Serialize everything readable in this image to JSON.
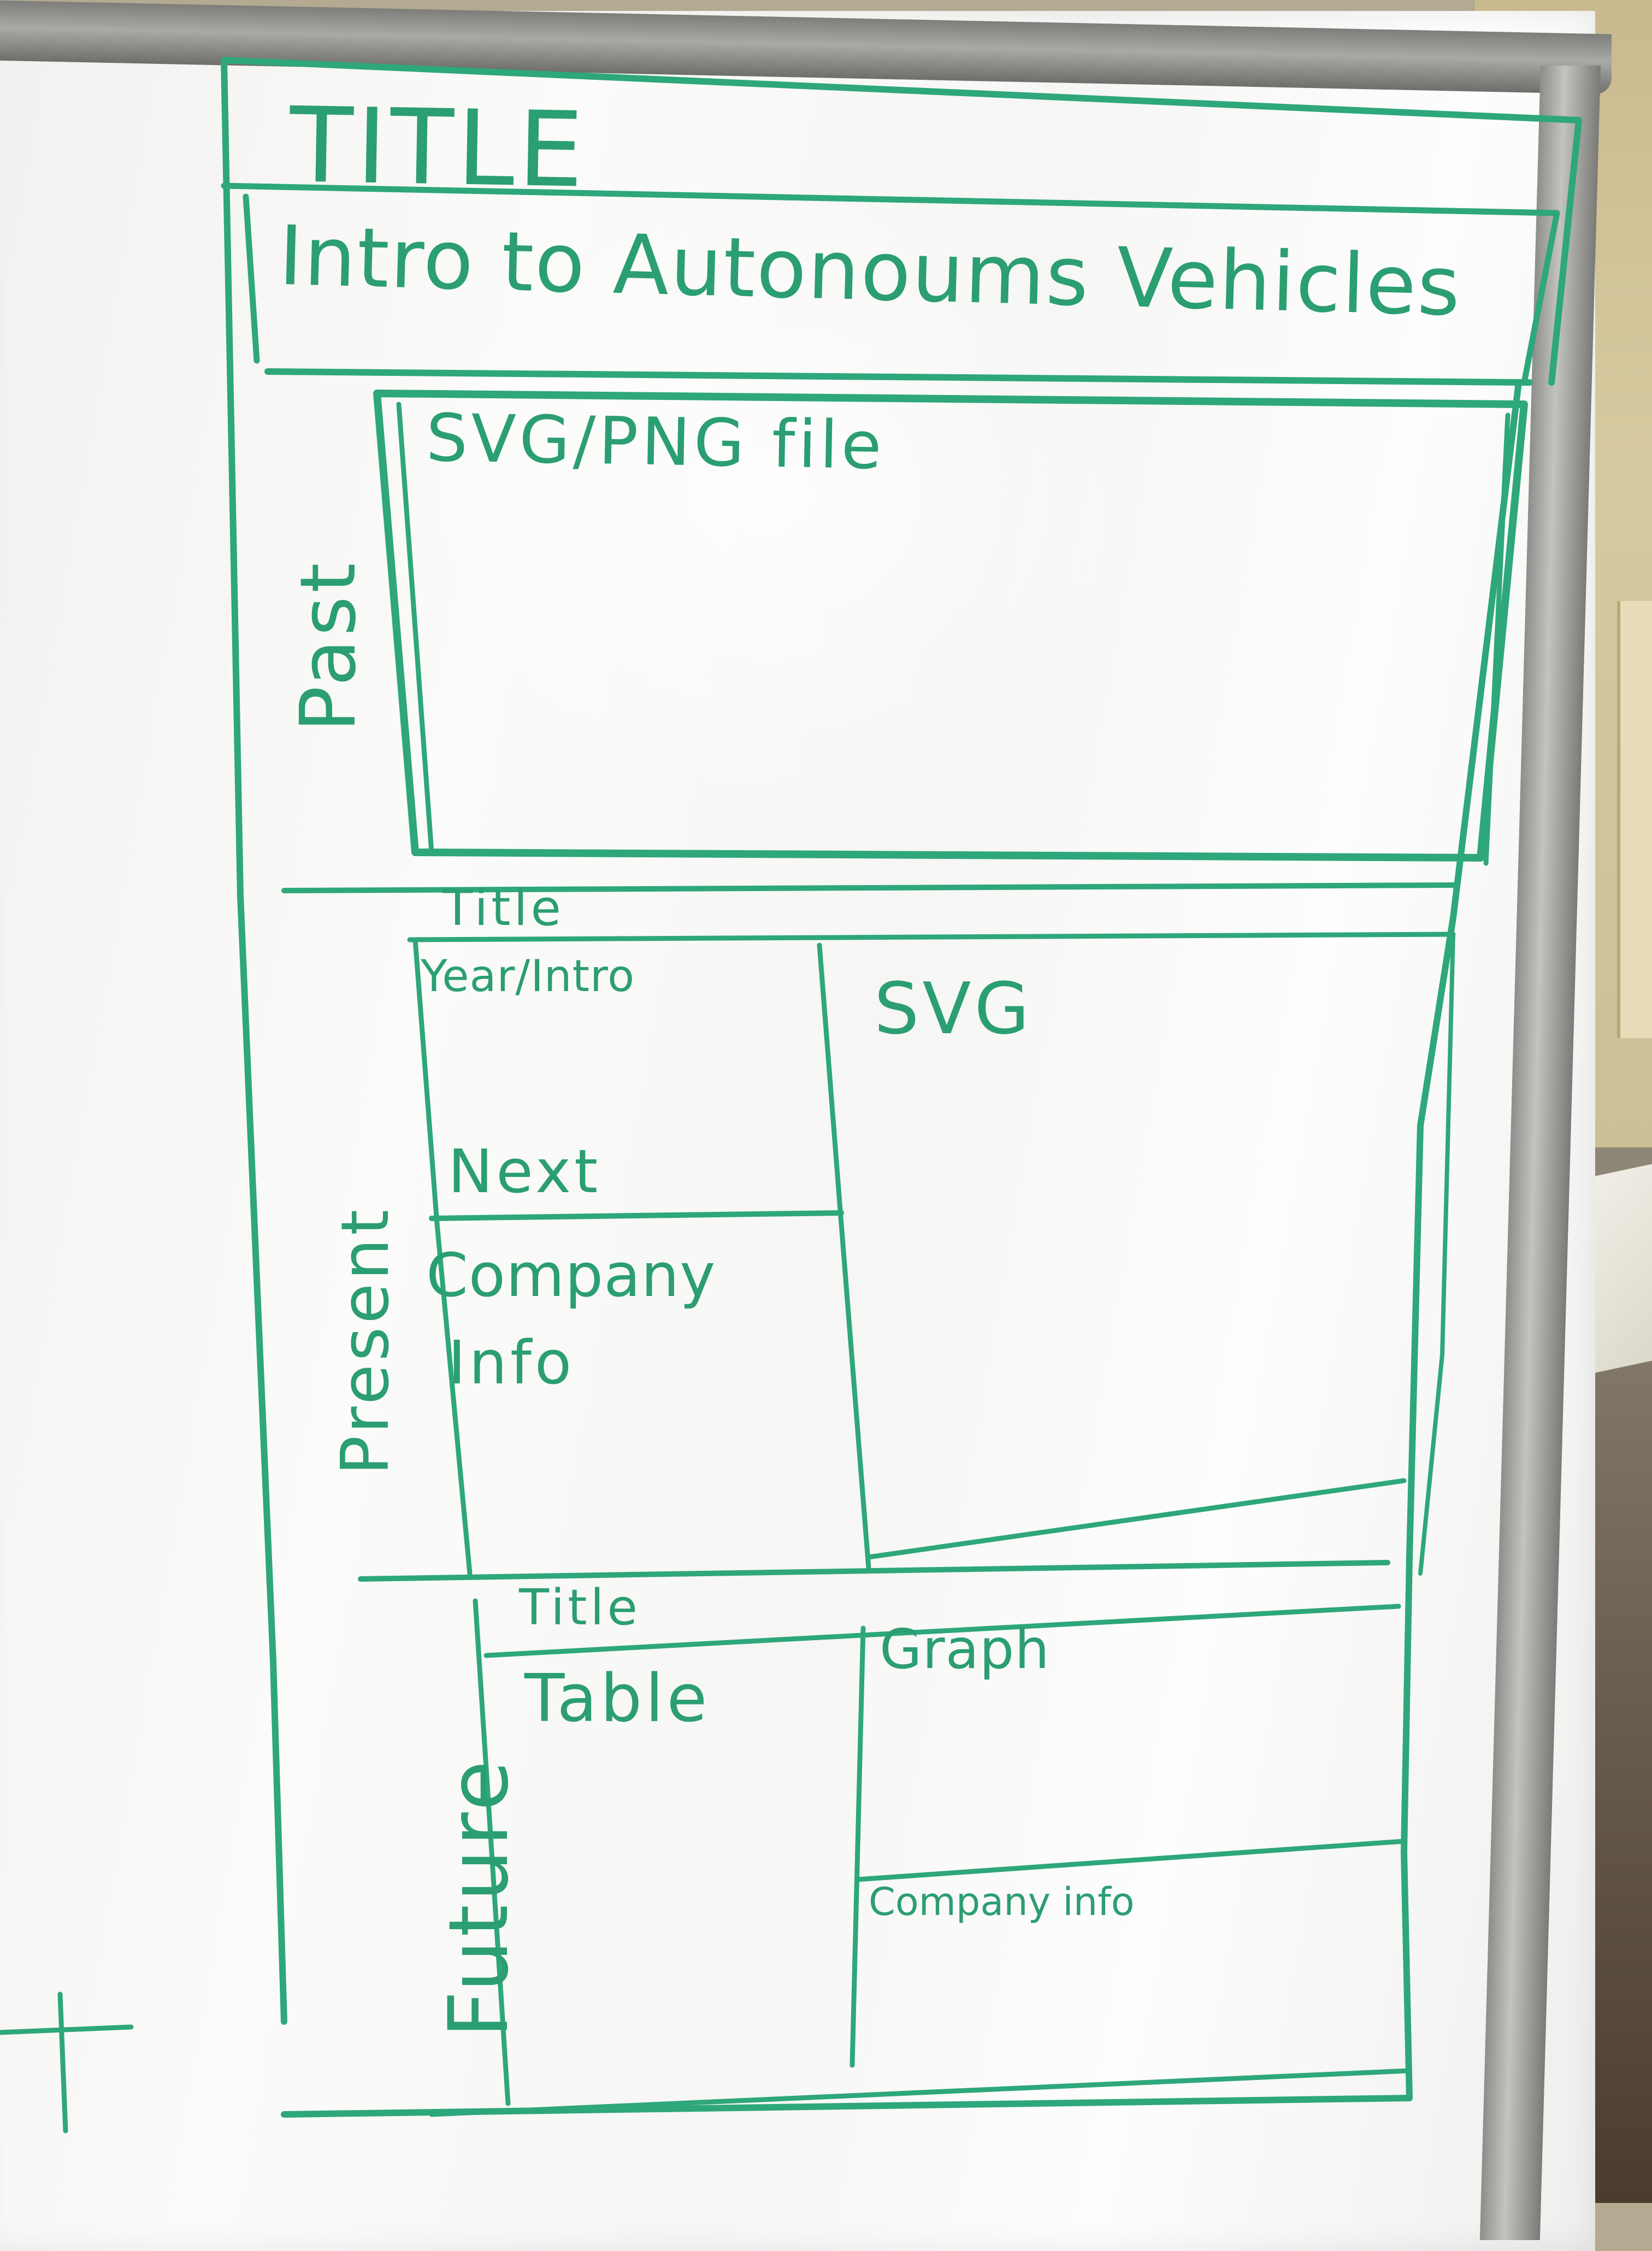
{
  "whiteboard": {
    "page_title": "TITLE",
    "heading": "Intro to Autonoums Vehicles",
    "past": {
      "side_label": "Past",
      "content": "SVG/PNG file"
    },
    "present": {
      "side_label": "Present",
      "title": "Title",
      "left_top": "Year/Intro",
      "left_top_button": "Next",
      "left_bottom_line1": "Company",
      "left_bottom_line2": "Info",
      "right": "SVG"
    },
    "future": {
      "side_label": "Future",
      "title": "Title",
      "left": "Table",
      "right_top": "Graph",
      "right_bottom": "Company info"
    }
  },
  "colors": {
    "marker": "#2b9e72",
    "board": "#f7f7f6",
    "frame": "#8d8d8a"
  }
}
